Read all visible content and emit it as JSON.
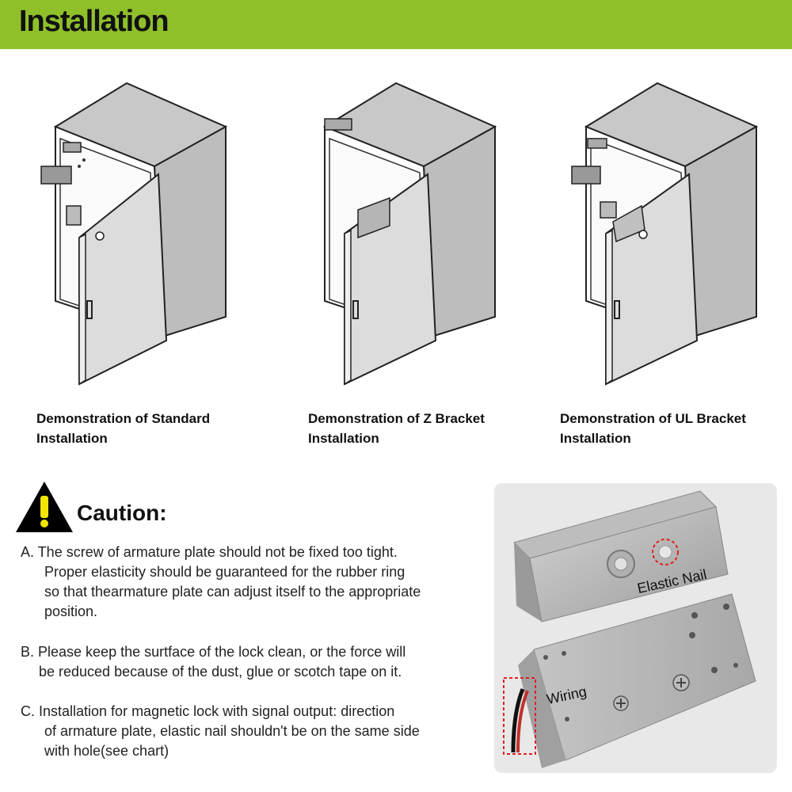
{
  "header": {
    "title": "Installation"
  },
  "demos": [
    {
      "caption_line1": "Demonstration of Standard",
      "caption_line2": "Installation"
    },
    {
      "caption_line1": "Demonstration of Z Bracket",
      "caption_line2": "Installation"
    },
    {
      "caption_line1": "Demonstration of UL Bracket",
      "caption_line2": "Installation"
    }
  ],
  "caution": {
    "title": "Caution:",
    "notes": [
      {
        "first": "A. The screw of armature plate should not be fixed too tight.",
        "rest": "Proper elasticity should be guaranteed for the rubber ring\nso that thearmature plate can adjust itself to the appropriate\nposition."
      },
      {
        "first": "B. Please keep the surtface of the lock clean, or the force will",
        "rest": "be reduced because of the dust, glue or scotch tape on it."
      },
      {
        "first": "C. Installation for magnetic lock with signal output: direction",
        "rest": "of armature plate, elastic nail shouldn't be on the same side\nwith hole(see chart)"
      }
    ]
  },
  "photo": {
    "label_elastic": "Elastic Nail",
    "label_wiring": "Wiring"
  },
  "colors": {
    "banner": "#8fc02a",
    "warning": "#f2e600",
    "highlight": "#e02020"
  }
}
